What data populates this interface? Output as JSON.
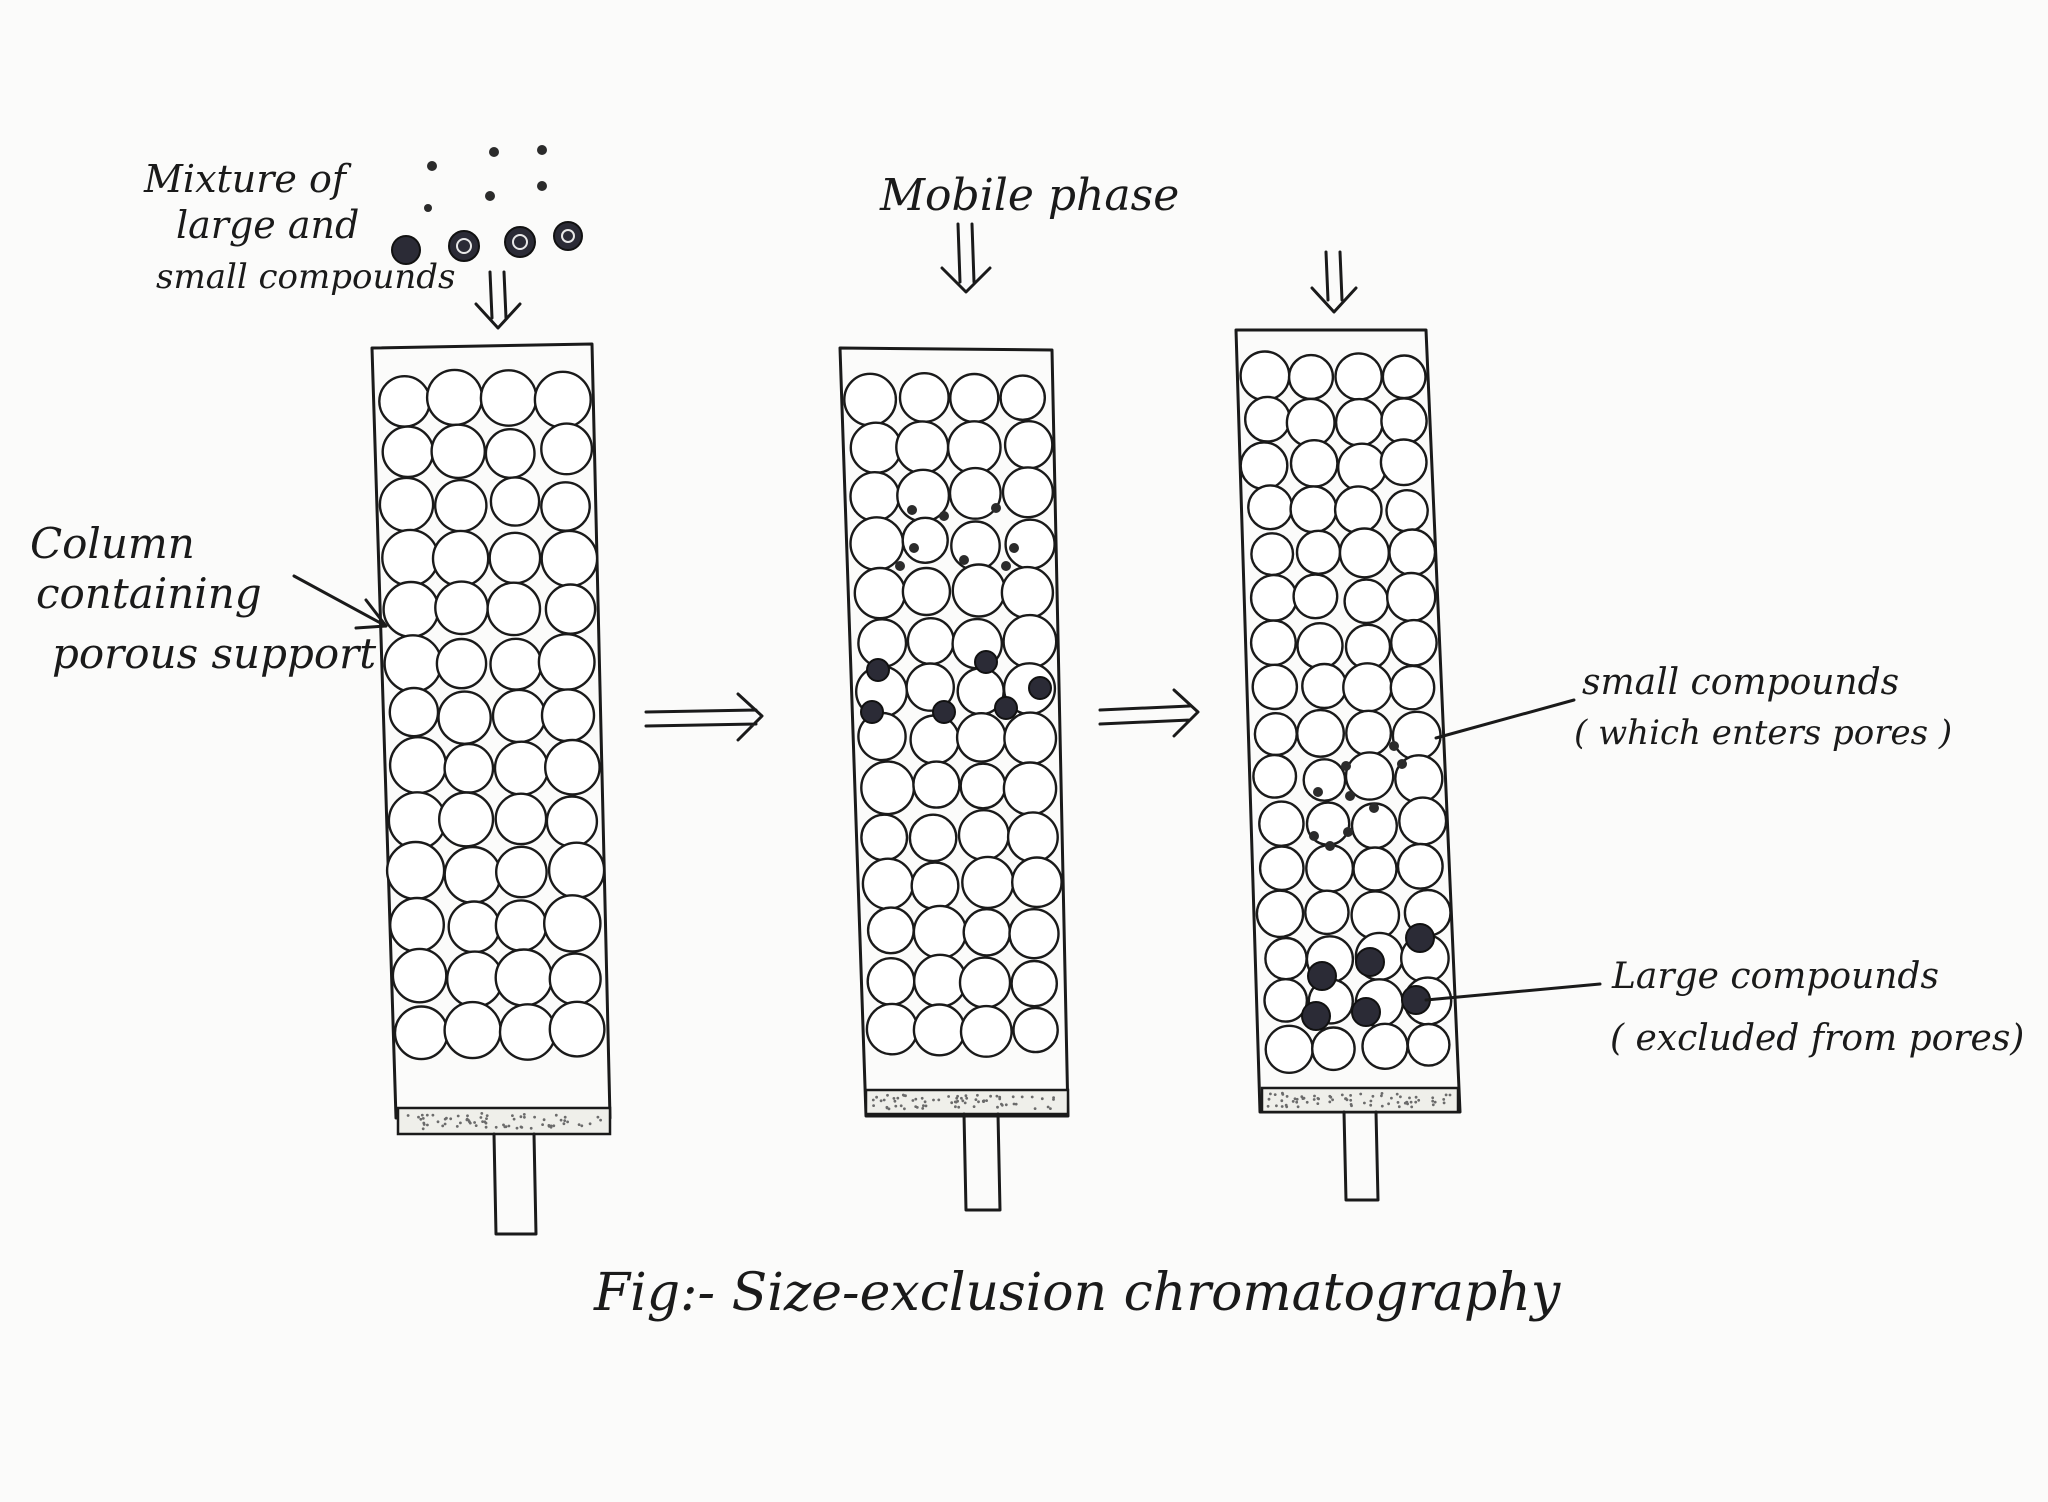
{
  "labels": {
    "mixture_line1": "Mixture of",
    "mixture_line2": "large and",
    "mixture_line3": "small compounds",
    "mobile_phase": "Mobile phase",
    "column_line1": "Column",
    "column_line2": "containing",
    "column_line3": "porous support",
    "small_line1": "small compounds",
    "small_line2": "( which enters pores )",
    "large_line1": "Large compounds",
    "large_line2": "( excluded from pores)",
    "caption": "Fig:- Size-exclusion chromatography"
  },
  "colors": {
    "ink": "#1a1a1a",
    "paper": "#fbfbfa",
    "large_particle": "#2b2b36"
  }
}
